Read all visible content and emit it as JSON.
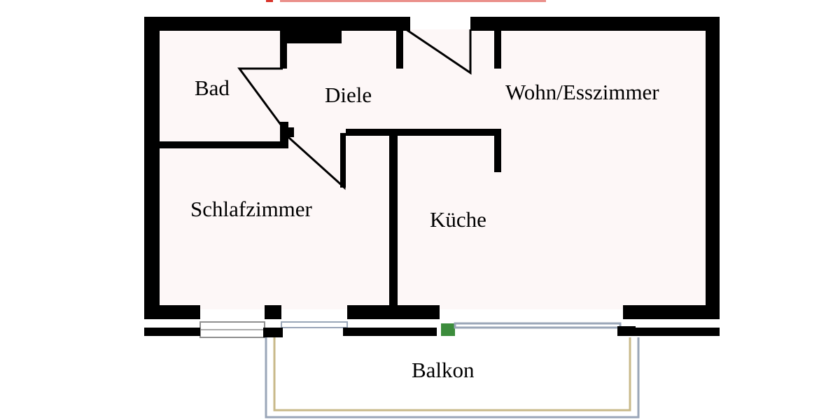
{
  "plan": {
    "rooms": {
      "bad": "Bad",
      "diele": "Diele",
      "wohn_esszimmer": "Wohn/Esszimmer",
      "schlafzimmer": "Schlafzimmer",
      "kueche": "Küche",
      "balkon": "Balkon"
    }
  },
  "colors": {
    "wall": "#000000",
    "floor": "#fdf7f7",
    "balcony_rail": "#9aa6b8",
    "window_frame": "#8f8f8f",
    "green_marker": "#3c8c3c",
    "top_caption_red": "#d9342b"
  }
}
